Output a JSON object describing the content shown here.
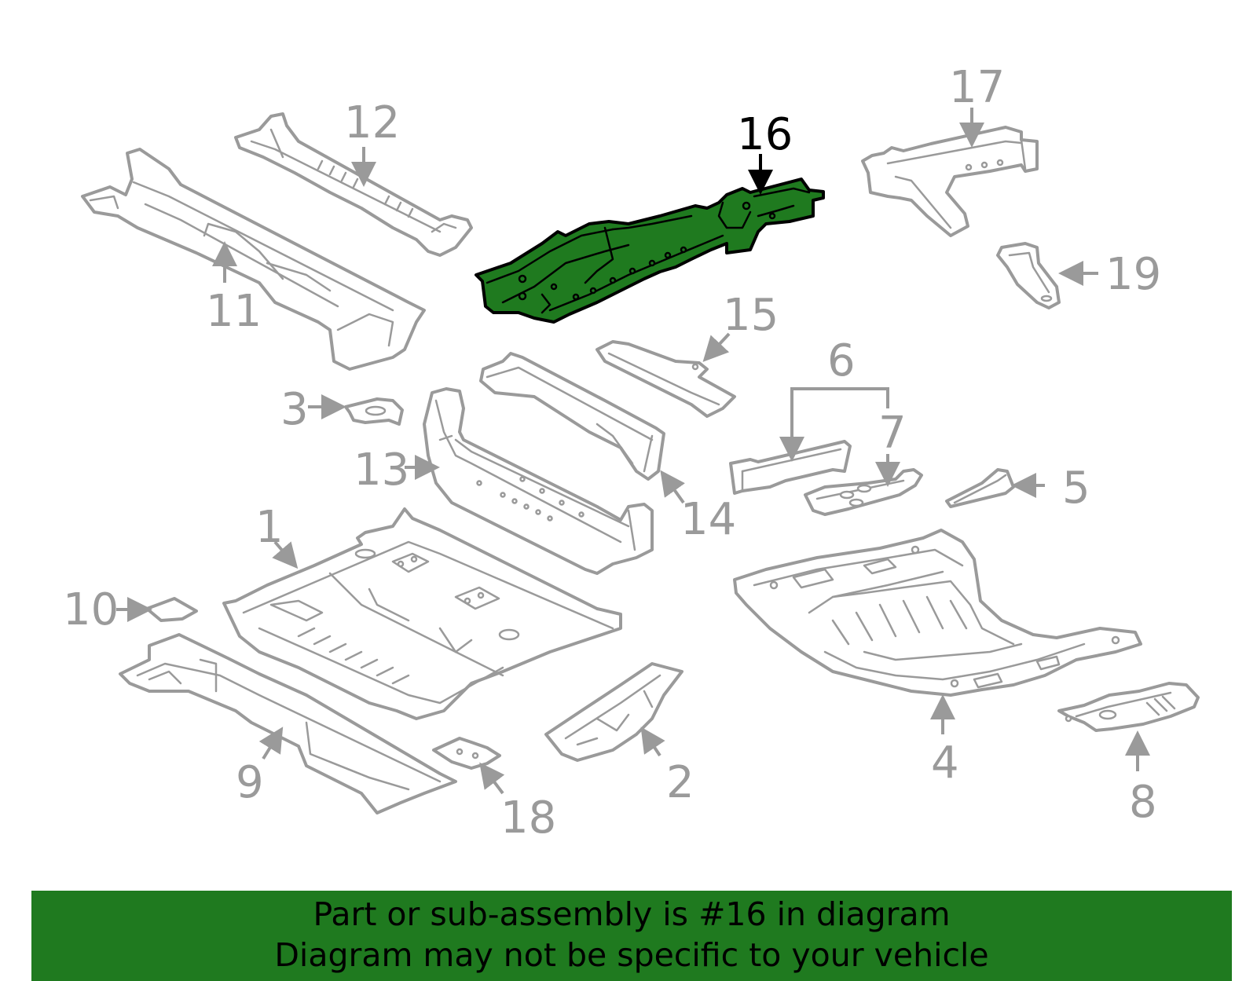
{
  "diagram": {
    "highlight_color": "#1f7a1f",
    "outline_color": "#9a9a9a",
    "highlighted_part": "16",
    "callouts": {
      "c1": "1",
      "c2": "2",
      "c3": "3",
      "c4": "4",
      "c5": "5",
      "c6": "6",
      "c7": "7",
      "c8": "8",
      "c9": "9",
      "c10": "10",
      "c11": "11",
      "c12": "12",
      "c13": "13",
      "c14": "14",
      "c15": "15",
      "c16": "16",
      "c17": "17",
      "c18": "18",
      "c19": "19"
    }
  },
  "banner": {
    "line1": "Part or sub-assembly is #16 in diagram",
    "line2": "Diagram may not be specific to your vehicle",
    "background": "#1f7a1f"
  }
}
